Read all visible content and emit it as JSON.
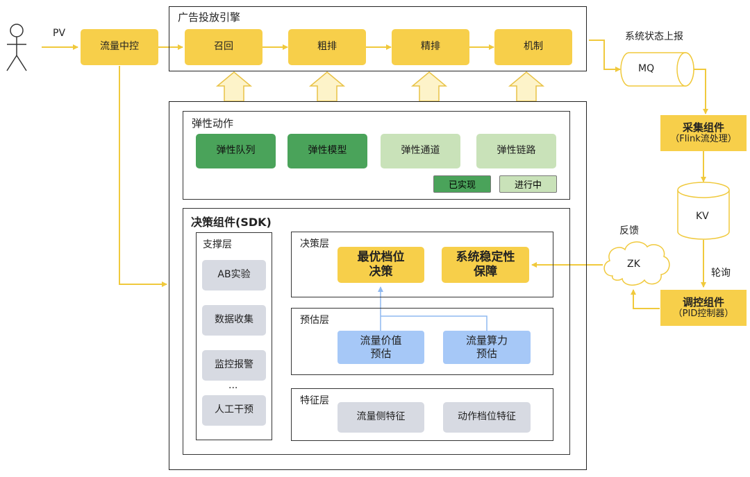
{
  "actor": {
    "label": "PV"
  },
  "traffic_control": "流量中控",
  "engine": {
    "title": "广告投放引擎",
    "stages": [
      "召回",
      "粗排",
      "精排",
      "机制"
    ]
  },
  "system_report": "系统状态上报",
  "mq": "MQ",
  "collector": {
    "title": "采集组件",
    "sub": "（Flink流处理）"
  },
  "kv": "KV",
  "poll": "轮询",
  "controller": {
    "title": "调控组件",
    "sub": "（PID控制器）"
  },
  "zk": "ZK",
  "feedback": "反馈",
  "elastic": {
    "title": "弹性动作",
    "items": [
      "弹性队列",
      "弹性模型",
      "弹性通道",
      "弹性链路"
    ],
    "legend_done": "已实现",
    "legend_progress": "进行中"
  },
  "sdk": {
    "title": "决策组件(SDK)",
    "support": {
      "title": "支撑层",
      "items": [
        "AB实验",
        "数据收集",
        "监控报警",
        "人工干预"
      ],
      "ellipsis": "..."
    },
    "decision": {
      "title": "决策层",
      "items": [
        "最优档位\n决策",
        "系统稳定性\n保障"
      ]
    },
    "estimate": {
      "title": "预估层",
      "items": [
        "流量价值\n预估",
        "流量算力\n预估"
      ]
    },
    "feature": {
      "title": "特征层",
      "items": [
        "流量侧特征",
        "动作档位特征"
      ]
    }
  },
  "colors": {
    "yellow": "#f7cf4a",
    "green_dark": "#4aa35a",
    "green_light": "#c9e2b9",
    "gray": "#d7dae2",
    "blue": "#a6c8f7"
  }
}
